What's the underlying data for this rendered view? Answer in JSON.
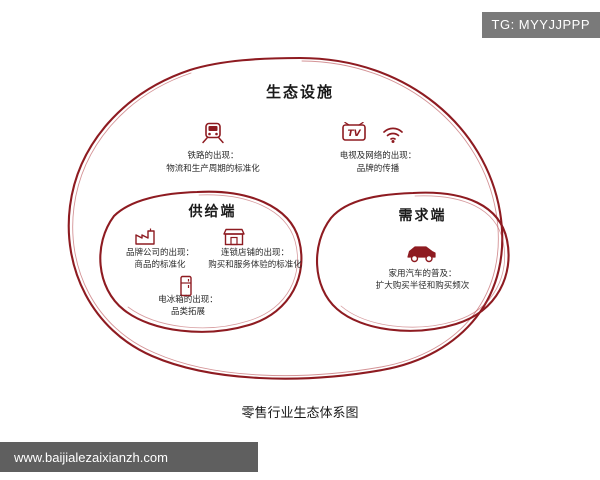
{
  "overlay": {
    "tg_badge": "TG: MYYJJPPP",
    "watermark": "www.baijialezaixianzh.com"
  },
  "diagram": {
    "caption": "零售行业生态体系图",
    "outer": {
      "title": "生态设施",
      "items": [
        {
          "icon": "train-icon",
          "lines": [
            "铁路的出现：",
            "物流和生产周期的标准化"
          ]
        },
        {
          "icon": "tv-wifi-icon",
          "lines": [
            "电视及网络的出现：",
            "品牌的传播"
          ]
        }
      ]
    },
    "supply": {
      "title": "供给端",
      "items": [
        {
          "icon": "factory-icon",
          "lines": [
            "品牌公司的出现：",
            "商品的标准化"
          ]
        },
        {
          "icon": "store-icon",
          "lines": [
            "连锁店铺的出现：",
            "购买和服务体验的标准化"
          ]
        },
        {
          "icon": "fridge-icon",
          "lines": [
            "电冰箱的出现：",
            "品类拓展"
          ]
        }
      ]
    },
    "demand": {
      "title": "需求端",
      "items": [
        {
          "icon": "car-icon",
          "lines": [
            "家用汽车的普及：",
            "扩大购买半径和购买频次"
          ]
        }
      ]
    },
    "colors": {
      "ellipse_stroke": "#8e1b21",
      "text": "#231f20",
      "badge_bg": "#7a7a7a",
      "watermark_bg": "#5f5f5f"
    }
  }
}
